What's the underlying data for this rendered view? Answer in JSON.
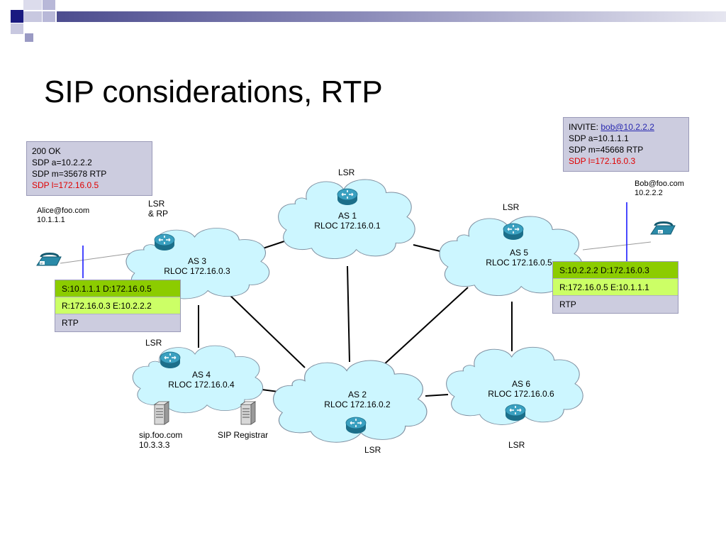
{
  "slide": {
    "title": "SIP considerations, RTP"
  },
  "colors": {
    "cloud_fill": "#ccf6ff",
    "cloud_stroke": "#7f8fa0",
    "router_fill": "#2a8aa8",
    "note_bg": "#ccccdf",
    "stack_row1": "#8ccc00",
    "stack_row2": "#ccff66",
    "stack_row3": "#ccccdf",
    "highlight_text": "#e00000"
  },
  "clouds": {
    "as1": {
      "name": "AS 1",
      "rloc": "RLOC 172.16.0.1",
      "router_label": "LSR"
    },
    "as2": {
      "name": "AS 2",
      "rloc": "RLOC 172.16.0.2",
      "router_label": "LSR"
    },
    "as3": {
      "name": "AS 3",
      "rloc": "RLOC 172.16.0.3",
      "router_label": "LSR\n& RP"
    },
    "as4": {
      "name": "AS 4",
      "rloc": "RLOC 172.16.0.4",
      "router_label": "LSR"
    },
    "as5": {
      "name": "AS 5",
      "rloc": "RLOC 172.16.0.5",
      "router_label": "LSR"
    },
    "as6": {
      "name": "AS 6",
      "rloc": "RLOC 172.16.0.6",
      "router_label": "LSR"
    }
  },
  "hosts": {
    "alice": {
      "uri": "Alice@foo.com",
      "ip": "10.1.1.1",
      "icon": "ip-phone-icon"
    },
    "bob": {
      "uri": "Bob@foo.com",
      "ip": "10.2.2.2",
      "icon": "ip-phone-icon"
    },
    "sip_server": {
      "name": "sip.foo.com",
      "ip": "10.3.3.3",
      "icon": "server-icon"
    },
    "registrar": {
      "name": "SIP Registrar",
      "icon": "server-icon"
    }
  },
  "notes": {
    "ok": {
      "line1": "200 OK",
      "line2": "SDP a=10.2.2.2",
      "line3": "SDP m=35678 RTP",
      "line4": "SDP l=172.16.0.5"
    },
    "invite": {
      "prefix": "INVITE: ",
      "link": "bob@10.2.2.2",
      "line2": "SDP a=10.1.1.1",
      "line3": "SDP m=45668 RTP",
      "line4": "SDP l=172.16.0.3"
    }
  },
  "stacks": {
    "left": {
      "row1": "S:10.1.1.1 D:172.16.0.5",
      "row2": "R:172.16.0.3 E:10.2.2.2",
      "row3": "RTP"
    },
    "right": {
      "row1": "S:10.2.2.2 D:172.16.0.3",
      "row2": "R:172.16.0.5 E:10.1.1.1",
      "row3": "RTP"
    }
  }
}
